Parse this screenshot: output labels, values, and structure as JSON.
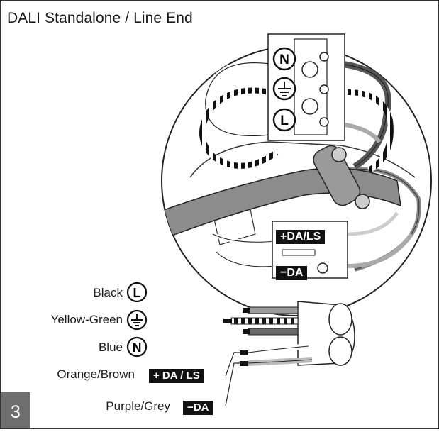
{
  "title": "DALI Standalone / Line End",
  "step_number": "3",
  "terminal_symbols": {
    "neutral": "N",
    "live": "L"
  },
  "terminal_badges": {
    "da_ls": "+DA/LS",
    "da": "−DA"
  },
  "legend": [
    {
      "label": "Black",
      "symbol": "L"
    },
    {
      "label": "Yellow-Green",
      "symbol": "earth"
    },
    {
      "label": "Blue",
      "symbol": "N"
    },
    {
      "label": "Orange/Brown",
      "badge": "+ DA / LS"
    },
    {
      "label": "Purple/Grey",
      "badge": "−DA"
    }
  ]
}
